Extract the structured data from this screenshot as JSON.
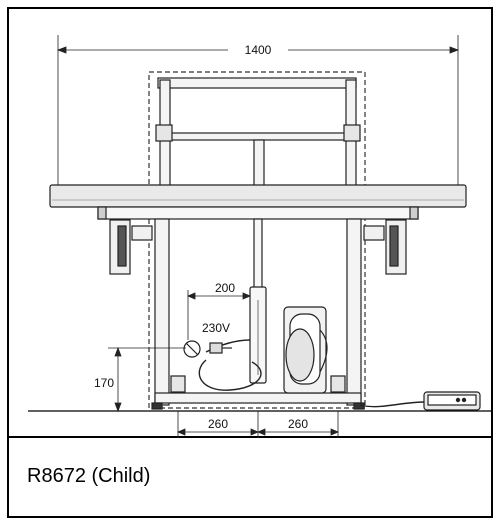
{
  "diagram": {
    "dimensions": {
      "overall_width": "1400",
      "inner_offset": "200",
      "voltage": "230V",
      "height": "170",
      "left_base": "260",
      "right_base": "260"
    }
  },
  "caption": {
    "text": "R8672 (Child)"
  }
}
